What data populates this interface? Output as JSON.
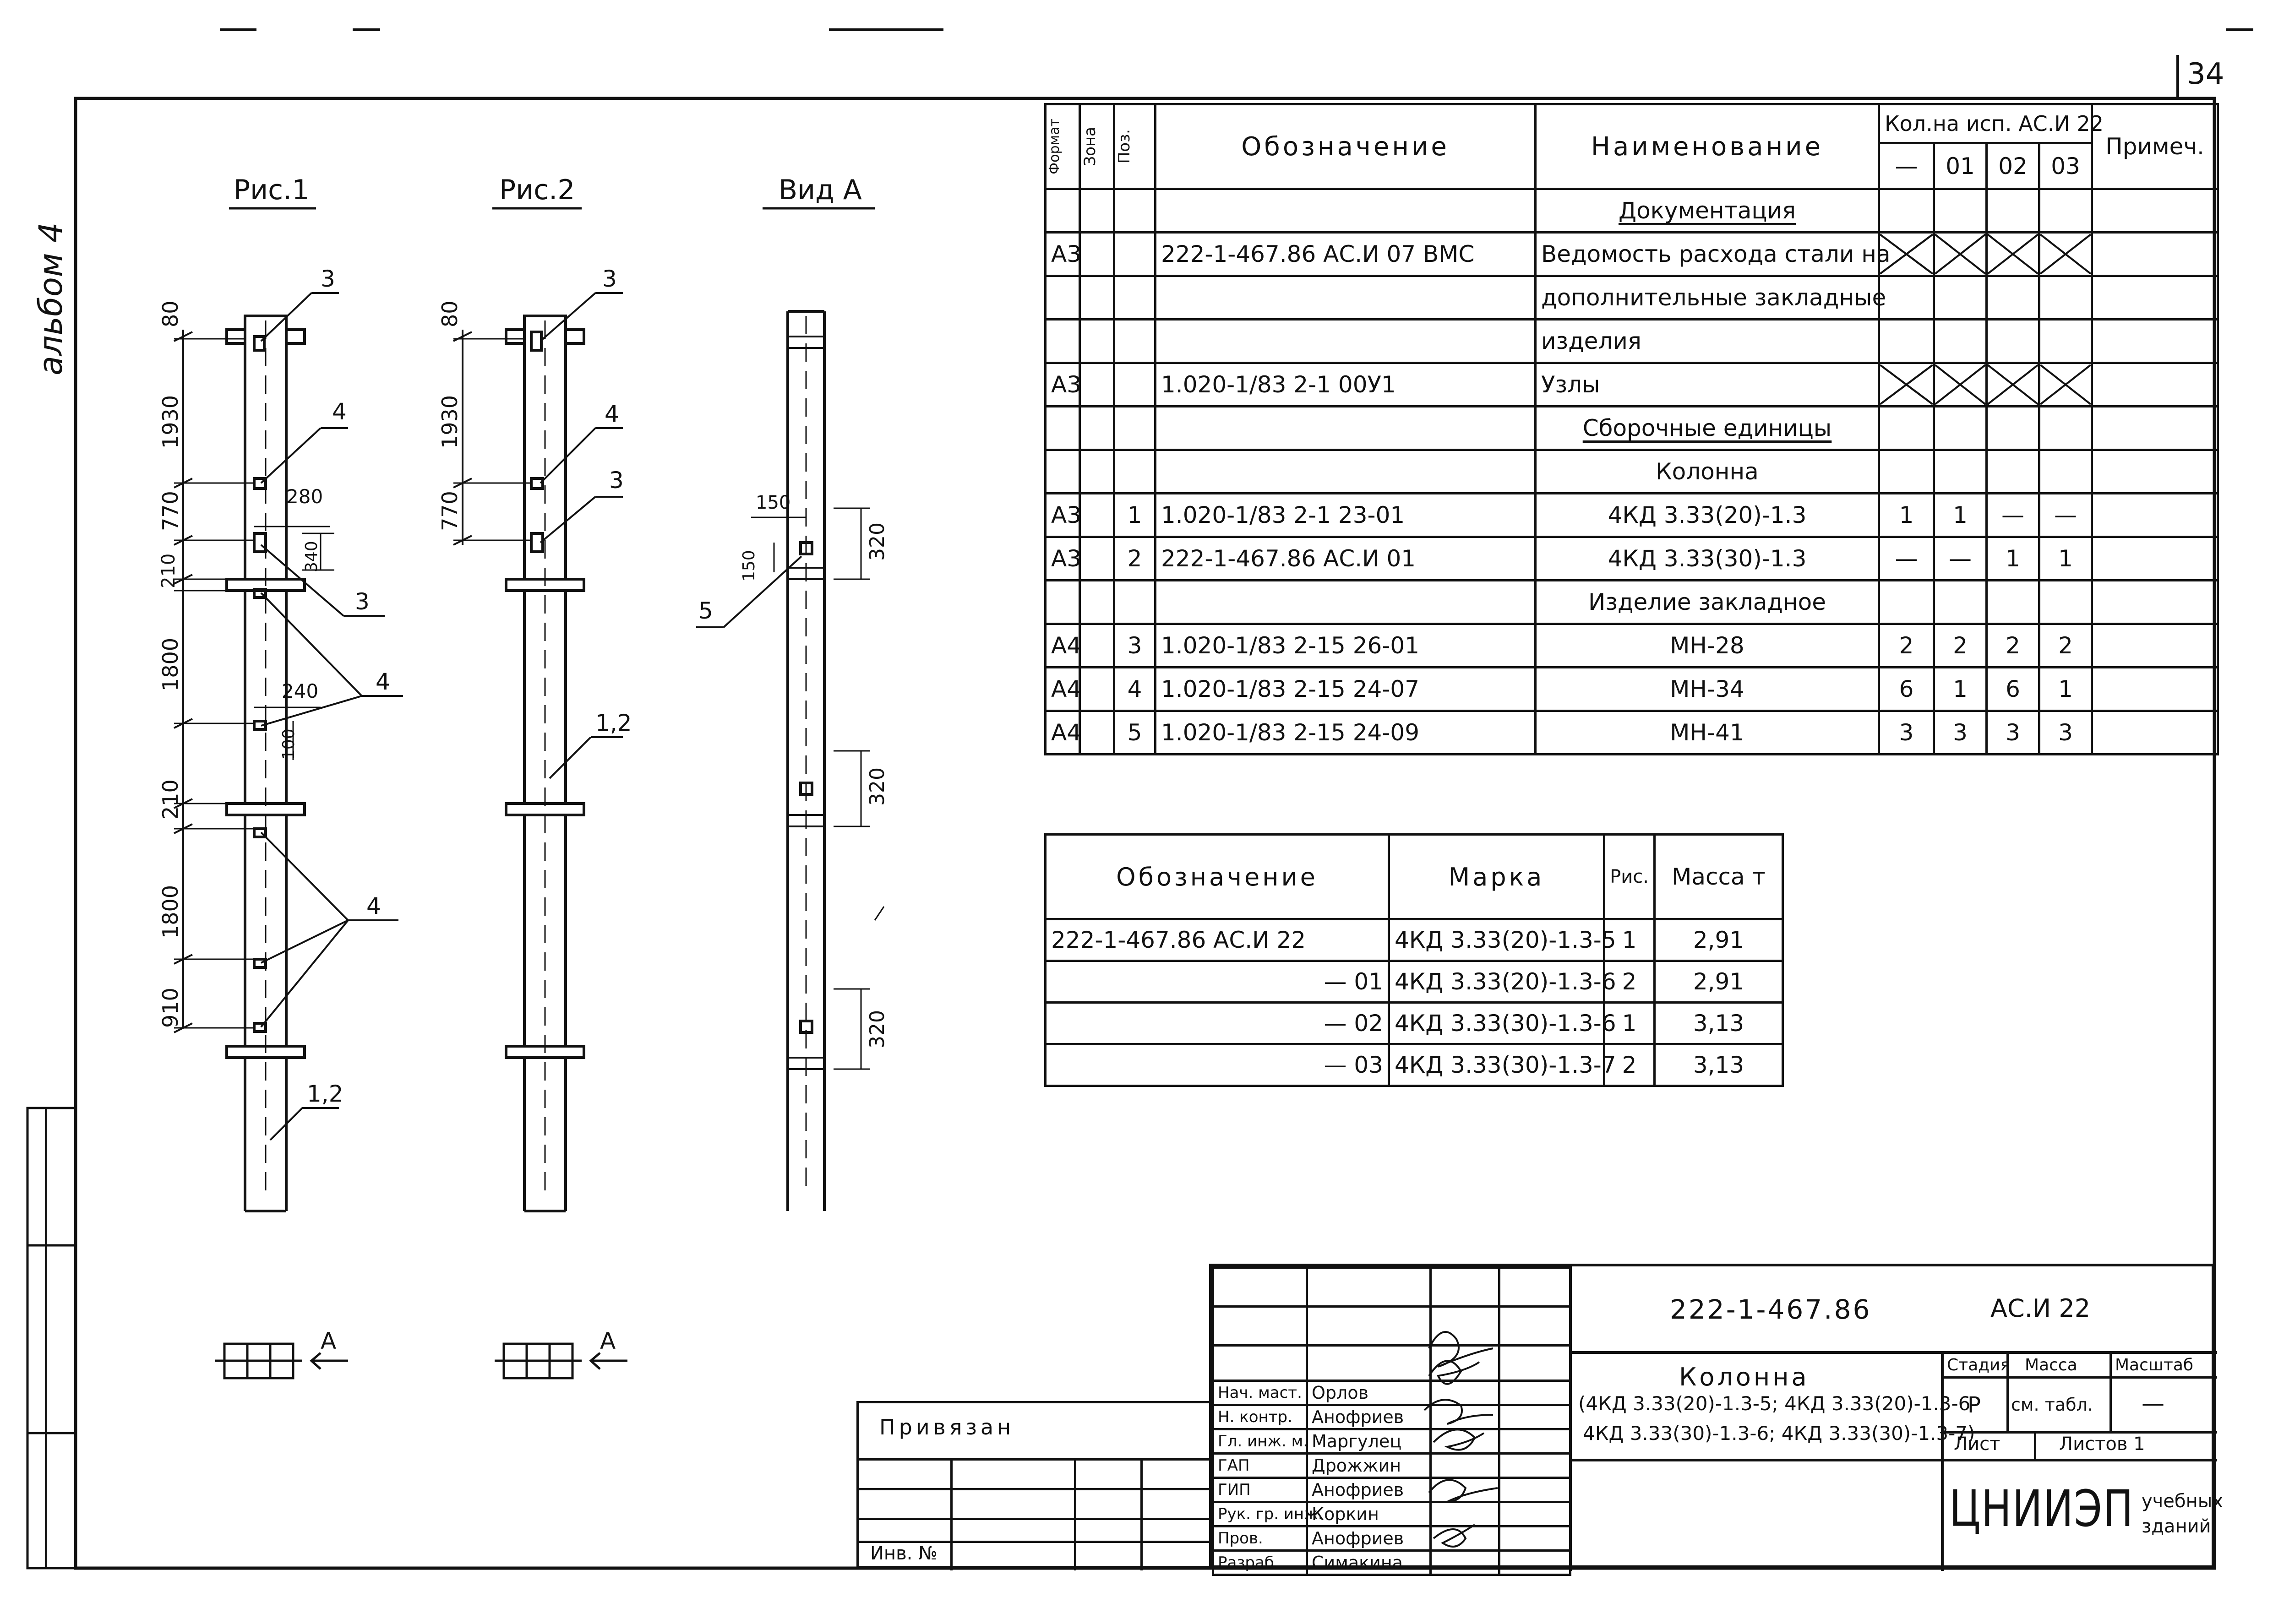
{
  "sheet_number": "34",
  "album_label": "альбом 4",
  "figures": {
    "fig1_title": "Рис.1",
    "fig2_title": "Рис.2",
    "viewA_title": "Вид А",
    "fig1_dims": [
      "80",
      "1930",
      "770",
      "210",
      "1800",
      "210",
      "1800",
      "910"
    ],
    "fig1_detail_dims": [
      "280",
      "340",
      "240",
      "100"
    ],
    "fig1_callouts": [
      "3",
      "4",
      "3",
      "4",
      "4",
      "1,2"
    ],
    "fig2_dims": [
      "80",
      "1930",
      "770"
    ],
    "fig2_callouts": [
      "3",
      "4",
      "3",
      "1,2"
    ],
    "viewA_dims": [
      "150",
      "150",
      "320",
      "320",
      "320"
    ],
    "viewA_callouts": [
      "5"
    ],
    "section_arrow_label": "А"
  },
  "spec_table": {
    "headers": {
      "format": "Формат",
      "zone": "Зона",
      "pos": "Поз.",
      "designation": "Обозначение",
      "name": "Наименование",
      "qty_group": "Кол.на исп. АС.И 22",
      "qty_cols": [
        "—",
        "01",
        "02",
        "03"
      ],
      "note": "Примеч."
    },
    "rows": [
      {
        "format": "",
        "pos": "",
        "designation": "",
        "name": "Документация",
        "q": [
          "",
          "",
          "",
          ""
        ],
        "kind": "section"
      },
      {
        "format": "А3",
        "pos": "",
        "designation": "222-1-467.86    АС.И 07 ВМС",
        "name": "Ведомость расхода стали на",
        "q": [
          "",
          "",
          "",
          ""
        ],
        "kind": "crossed"
      },
      {
        "format": "",
        "pos": "",
        "designation": "",
        "name": "дополнительные закладные",
        "q": [
          "",
          "",
          "",
          ""
        ],
        "kind": "plain"
      },
      {
        "format": "",
        "pos": "",
        "designation": "",
        "name": "изделия",
        "q": [
          "",
          "",
          "",
          ""
        ],
        "kind": "plain"
      },
      {
        "format": "А3",
        "pos": "",
        "designation": "1.020-1/83  2-1  00У1",
        "name": "Узлы",
        "q": [
          "",
          "",
          "",
          ""
        ],
        "kind": "crossed"
      },
      {
        "format": "",
        "pos": "",
        "designation": "",
        "name": "Сборочные единицы",
        "q": [
          "",
          "",
          "",
          ""
        ],
        "kind": "section"
      },
      {
        "format": "",
        "pos": "",
        "designation": "",
        "name": "Колонна",
        "q": [
          "",
          "",
          "",
          ""
        ],
        "kind": "center"
      },
      {
        "format": "А3",
        "pos": "1",
        "designation": "1.020-1/83  2-1  23-01",
        "name": "4КД 3.33(20)-1.3",
        "q": [
          "1",
          "1",
          "—",
          "—"
        ],
        "kind": "center"
      },
      {
        "format": "А3",
        "pos": "2",
        "designation": "222-1-467.86    АС.И 01",
        "name": "4КД 3.33(30)-1.3",
        "q": [
          "—",
          "—",
          "1",
          "1"
        ],
        "kind": "center"
      },
      {
        "format": "",
        "pos": "",
        "designation": "",
        "name": "Изделие закладное",
        "q": [
          "",
          "",
          "",
          ""
        ],
        "kind": "center"
      },
      {
        "format": "А4",
        "pos": "3",
        "designation": "1.020-1/83  2-15  26-01",
        "name": "МН-28",
        "q": [
          "2",
          "2",
          "2",
          "2"
        ],
        "kind": "center"
      },
      {
        "format": "А4",
        "pos": "4",
        "designation": "1.020-1/83  2-15  24-07",
        "name": "МН-34",
        "q": [
          "6",
          "1",
          "6",
          "1"
        ],
        "kind": "center"
      },
      {
        "format": "А4",
        "pos": "5",
        "designation": "1.020-1/83  2-15  24-09",
        "name": "МН-41",
        "q": [
          "3",
          "3",
          "3",
          "3"
        ],
        "kind": "center"
      }
    ]
  },
  "mark_table": {
    "headers": {
      "designation": "Обозначение",
      "mark": "Марка",
      "fig": "Рис.",
      "mass": "Масса т"
    },
    "rows": [
      {
        "designation": "222-1-467.86     АС.И 22",
        "mark": "4КД 3.33(20)-1.3-5",
        "fig": "1",
        "mass": "2,91"
      },
      {
        "designation": "— 01",
        "mark": "4КД 3.33(20)-1.3-6",
        "fig": "2",
        "mass": "2,91"
      },
      {
        "designation": "— 02",
        "mark": "4КД 3.33(30)-1.3-6",
        "fig": "1",
        "mass": "3,13"
      },
      {
        "designation": "— 03",
        "mark": "4КД 3.33(30)-1.3-7",
        "fig": "2",
        "mass": "3,13"
      }
    ]
  },
  "title_block": {
    "doc_number": "222-1-467.86",
    "doc_code": "АС.И 22",
    "title": "Колонна",
    "subtitle_1": "(4КД 3.33(20)-1.3-5; 4КД 3.33(20)-1.3-6",
    "subtitle_2": "4КД 3.33(30)-1.3-6; 4КД 3.33(30)-1.3-7)",
    "stage_label": "Стадия",
    "mass_label": "Масса",
    "scale_label": "Масштаб",
    "stage": "Р",
    "mass": "см. табл.",
    "scale": "—",
    "sheet_label": "Лист",
    "sheets_label": "Листов 1",
    "org": "ЦНИИЭП",
    "org_sub_1": "учебных",
    "org_sub_2": "зданий",
    "privyazan": "Привязан",
    "inv": "Инв. №",
    "signatures": [
      {
        "role": "Нач. маст.",
        "name": "Орлов"
      },
      {
        "role": "Н. контр.",
        "name": "Анофриев"
      },
      {
        "role": "Гл. инж. м.",
        "name": "Маргулец"
      },
      {
        "role": "ГАП",
        "name": "Дрожжин"
      },
      {
        "role": "ГИП",
        "name": "Анофриев"
      },
      {
        "role": "Рук. гр. инж.",
        "name": "Коркин"
      },
      {
        "role": "Пров.",
        "name": "Анофриев"
      },
      {
        "role": "Разраб.",
        "name": "Симакина"
      }
    ]
  }
}
